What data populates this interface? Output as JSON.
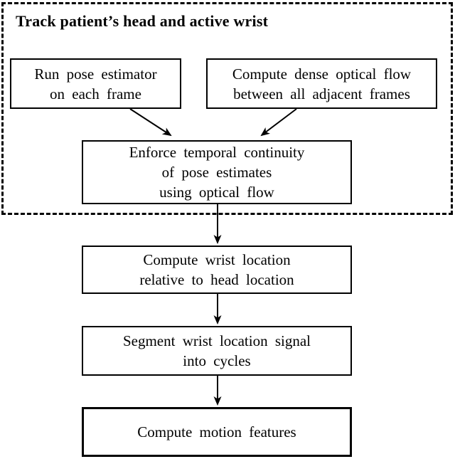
{
  "figure": {
    "background_color": "#ffffff",
    "line_color": "#000000",
    "group": {
      "title": "Track patient’s head and active wrist"
    },
    "nodes": {
      "run_pose": {
        "lines": [
          "Run pose estimator",
          "on each frame"
        ]
      },
      "optical_flow": {
        "lines": [
          "Compute dense optical flow",
          "between all adjacent frames"
        ]
      },
      "temporal_continuity": {
        "lines": [
          "Enforce temporal continuity",
          "of pose estimates",
          "using optical flow"
        ]
      },
      "wrist_location": {
        "lines": [
          "Compute wrist location",
          "relative to head location"
        ]
      },
      "segment_cycles": {
        "lines": [
          "Segment wrist location signal",
          "into cycles"
        ]
      },
      "motion_features": {
        "lines": [
          "Compute motion features"
        ]
      }
    },
    "edges": [
      {
        "from": "run_pose",
        "to": "temporal_continuity"
      },
      {
        "from": "optical_flow",
        "to": "temporal_continuity"
      },
      {
        "from": "temporal_continuity",
        "to": "wrist_location"
      },
      {
        "from": "wrist_location",
        "to": "segment_cycles"
      },
      {
        "from": "segment_cycles",
        "to": "motion_features"
      }
    ]
  }
}
